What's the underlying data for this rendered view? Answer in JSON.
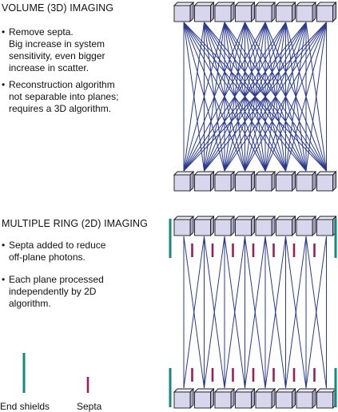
{
  "volume": {
    "title": "VOLUME (3D) IMAGING",
    "bullets": [
      {
        "marker": "•",
        "lines": [
          "Remove septa.",
          "Big increase in system",
          "sensitivity, even bigger",
          "increase in scatter."
        ]
      },
      {
        "marker": "•",
        "lines": [
          "Reconstruction algorithm",
          "not separable into planes;",
          "requires a 3D algorithm."
        ]
      }
    ]
  },
  "multiring": {
    "title": "MULTIPLE RING (2D) IMAGING",
    "bullets": [
      {
        "marker": "•",
        "lines": [
          "Septa added to reduce",
          "off-plane photons."
        ]
      },
      {
        "marker": "•",
        "lines": [
          "Each plane processed",
          "independently by 2D",
          "algorithm."
        ]
      }
    ]
  },
  "legend": {
    "end_shields": "End shields",
    "septa": "Septa"
  },
  "colors": {
    "lor_line": "#2b3a8f",
    "detector_face": "#d8d6ec",
    "detector_top": "#ecebf6",
    "detector_side": "#a9a6c9",
    "detector_edge": "#1a1a1a",
    "end_shield": "#14897e",
    "septa": "#9a1f57"
  }
}
